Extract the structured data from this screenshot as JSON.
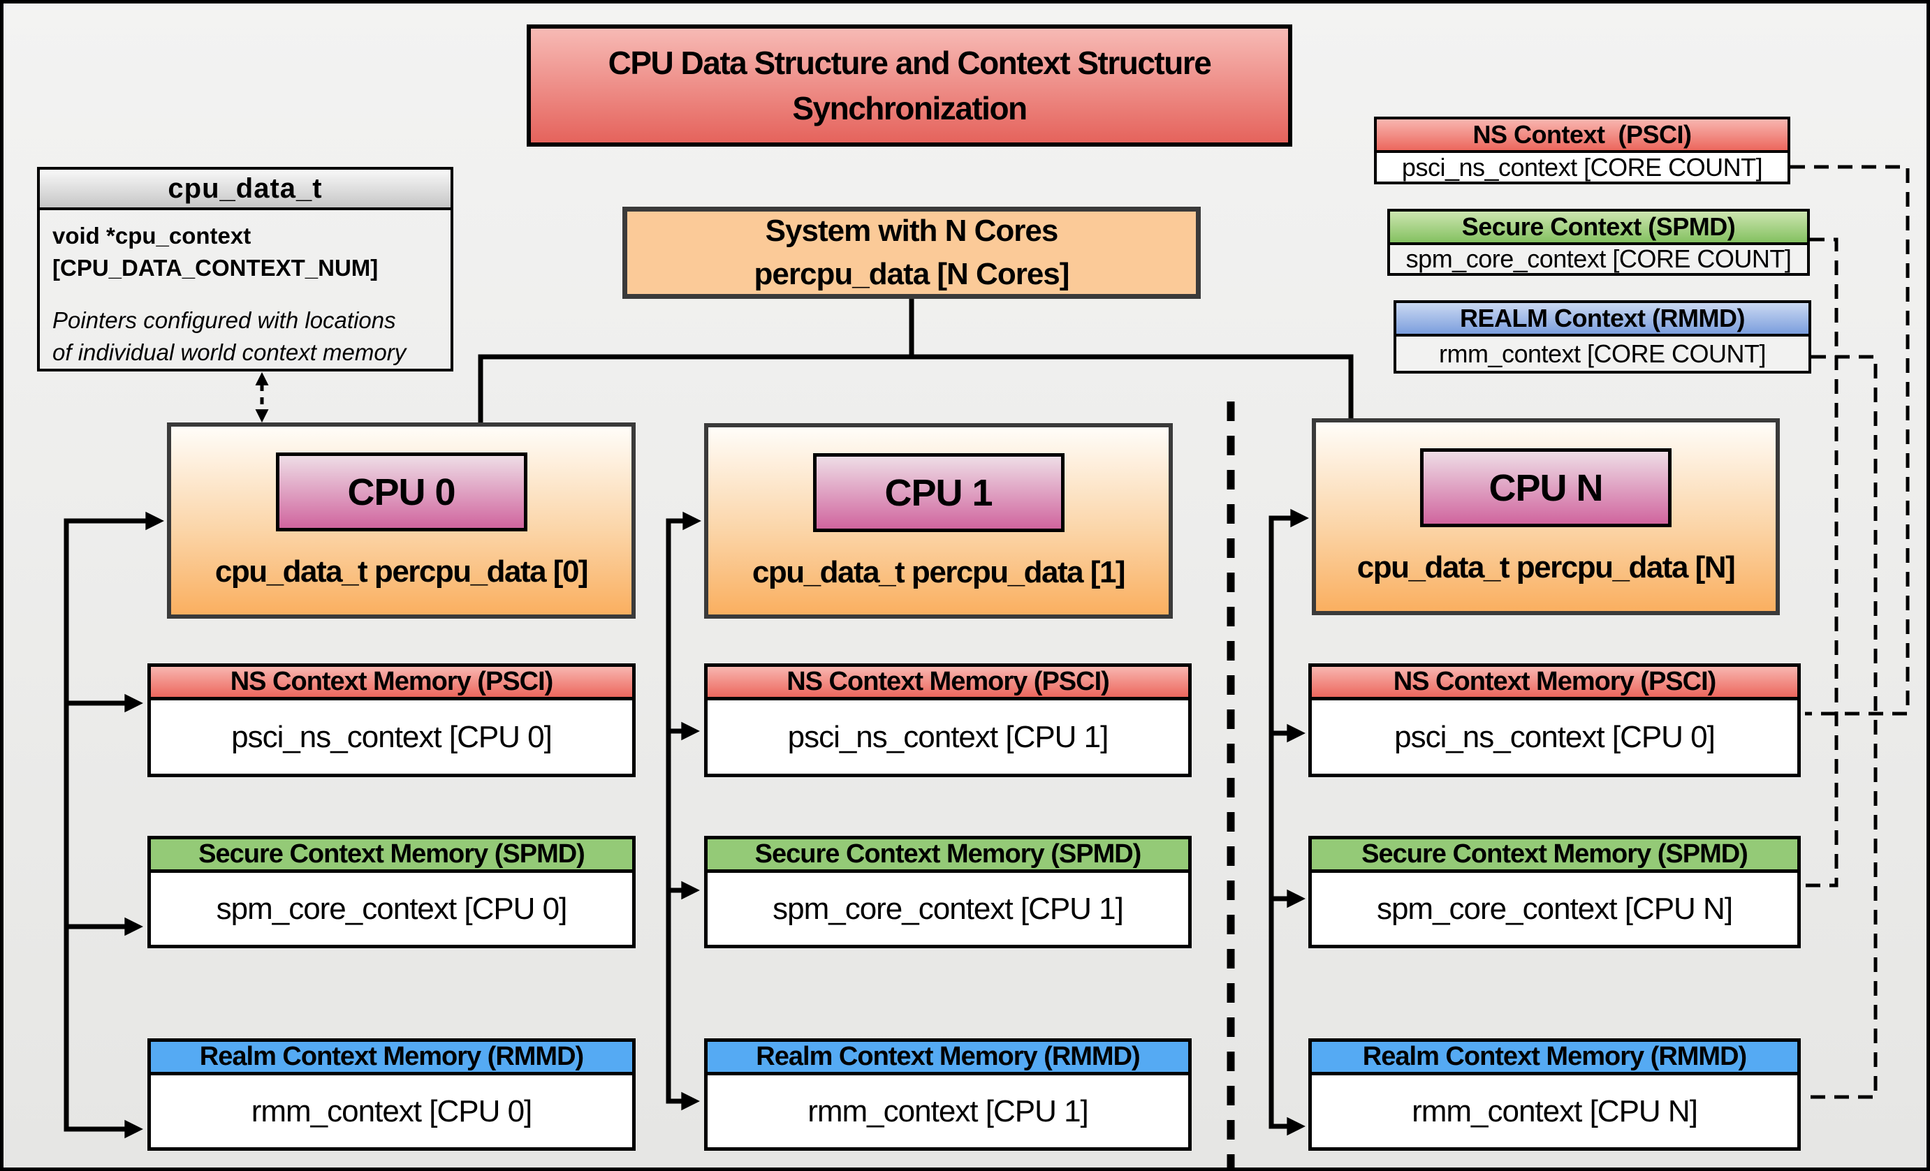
{
  "title": {
    "line1": "CPU Data Structure and Context Structure",
    "line2": "Synchronization"
  },
  "cpu_data_struct": {
    "header": "cpu_data_t",
    "field_line1": "void  *cpu_context",
    "field_line2": "[CPU_DATA_CONTEXT_NUM]",
    "note_line1": "Pointers configured with locations",
    "note_line2": "of individual world context memory"
  },
  "system_box": {
    "line1": "System with N Cores",
    "line2": "percpu_data [N Cores]"
  },
  "legend": {
    "ns": {
      "header": "NS Context  (PSCI)",
      "body": "psci_ns_context [CORE COUNT]"
    },
    "secure": {
      "header": "Secure Context (SPMD)",
      "body": "spm_core_context [CORE COUNT]"
    },
    "realm": {
      "header": "REALM Context (RMMD)",
      "body": "rmm_context [CORE COUNT]"
    }
  },
  "cpus": [
    {
      "name": "CPU 0",
      "data_label": "cpu_data_t percpu_data [0]",
      "ns": {
        "header": "NS Context Memory (PSCI)",
        "body": "psci_ns_context [CPU 0]"
      },
      "secure": {
        "header": "Secure Context Memory (SPMD)",
        "body": "spm_core_context [CPU 0]"
      },
      "realm": {
        "header": "Realm Context Memory (RMMD)",
        "body": "rmm_context [CPU 0]"
      }
    },
    {
      "name": "CPU 1",
      "data_label": "cpu_data_t percpu_data [1]",
      "ns": {
        "header": "NS Context Memory (PSCI)",
        "body": "psci_ns_context [CPU 1]"
      },
      "secure": {
        "header": "Secure Context Memory (SPMD)",
        "body": "spm_core_context [CPU 1]"
      },
      "realm": {
        "header": "Realm Context Memory (RMMD)",
        "body": "rmm_context [CPU 1]"
      }
    },
    {
      "name": "CPU N",
      "data_label": "cpu_data_t percpu_data [N]",
      "ns": {
        "header": "NS Context Memory (PSCI)",
        "body": "psci_ns_context [CPU 0]"
      },
      "secure": {
        "header": "Secure Context Memory (SPMD)",
        "body": "spm_core_context [CPU N]"
      },
      "realm": {
        "header": "Realm Context Memory (RMMD)",
        "body": "rmm_context [CPU N]"
      }
    }
  ],
  "colors": {
    "page_bg_top": "#f3f3f2",
    "page_bg_bottom": "#e6e6e4",
    "title_grad_top": "#f7bab5",
    "title_grad_bottom": "#e5635c",
    "red_grad_top": "#f8b6b0",
    "red_grad_bottom": "#ec675d",
    "green_grad_top": "#cde5b0",
    "green_grad_bottom": "#84c161",
    "green_flat": "#94ca77",
    "blue_grad_top": "#cbd9f2",
    "blue_grad_bottom": "#7b9edd",
    "blue_flat": "#55aaf3",
    "orange_flat": "#fbca98",
    "cpu_grad_top": "#fffdf9",
    "cpu_grad_mid": "#fbd5a8",
    "cpu_grad_bottom": "#faaf60",
    "pink_grad_top": "#eedde6",
    "pink_grad_bottom": "#d0659e",
    "gray_grad_top": "#f8f8f8",
    "gray_grad_bottom": "#c6c6c6",
    "line_color": "#000000",
    "box_border_dark": "#3a3a3a"
  }
}
